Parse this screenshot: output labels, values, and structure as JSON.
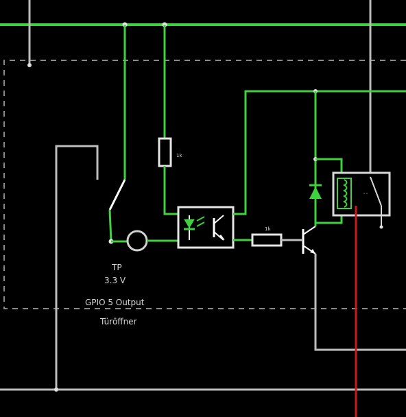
{
  "labels": {
    "testpoint": "TP",
    "voltage": "3.3 V",
    "gpio": "GPIO 5 Output",
    "function": "Türöffner",
    "resistor_top": "1k",
    "resistor_base": "1k"
  },
  "colors": {
    "background": "#000000",
    "signal_wire": "#3fd13f",
    "neutral_wire": "#bdbdbd",
    "power_wire": "#cc1a1a",
    "boundary": "#8a8a8a"
  },
  "components": [
    {
      "type": "switch",
      "id": "pushbutton"
    },
    {
      "type": "testpoint",
      "id": "tp-3v3"
    },
    {
      "type": "resistor",
      "id": "r-optocoupler"
    },
    {
      "type": "optocoupler",
      "id": "opto"
    },
    {
      "type": "resistor",
      "id": "r-base"
    },
    {
      "type": "npn-transistor",
      "id": "q1"
    },
    {
      "type": "diode",
      "id": "flyback-diode"
    },
    {
      "type": "relay",
      "id": "relay"
    }
  ]
}
